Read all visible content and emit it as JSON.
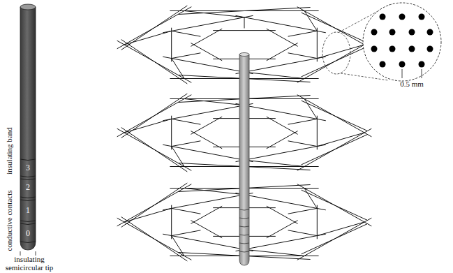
{
  "diagram": {
    "labels": [
      "3",
      "2",
      "1",
      "0",
      "insulating band",
      "conductive contacts",
      "insulating semicircular tip",
      "0.5 mm"
    ]
  }
}
